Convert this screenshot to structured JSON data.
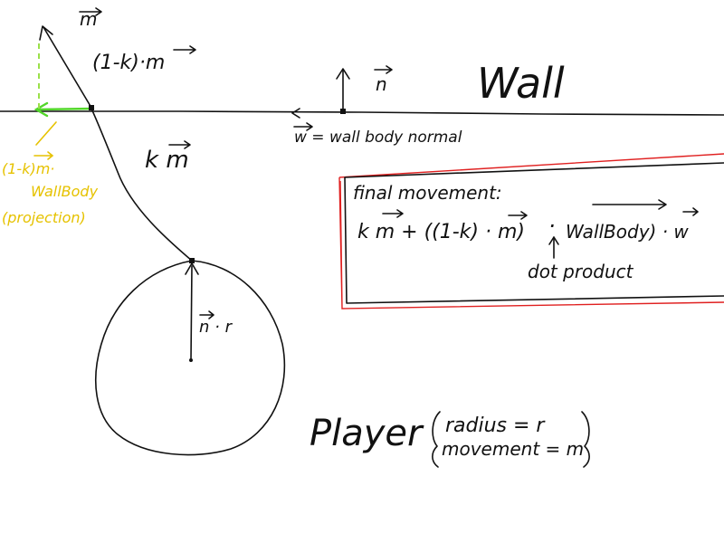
{
  "labels": {
    "vec_m_top": "m",
    "one_minus_k_m": "(1-k)·m",
    "n_label": "n",
    "wall_title": "Wall",
    "w_normal": "w = wall body normal",
    "k_m": "k m",
    "projection_line1": "(1-k)m·",
    "projection_line2": "WallBody",
    "projection_line3": "(projection)",
    "final_title": "final movement:",
    "final_formula_left": "k m + ((1-k) · m)",
    "final_formula_dot": "·",
    "final_formula_right": "WallBody) · w",
    "dot_product": "dot product",
    "n_dot_r": "n · r",
    "player_word": "Player",
    "player_radius": "radius = r",
    "player_movement": "movement = m"
  },
  "colors": {
    "ink": "#111111",
    "highlight_green": "#52d62a",
    "projection_yellow": "#e6c200",
    "box_red": "#e02020"
  }
}
